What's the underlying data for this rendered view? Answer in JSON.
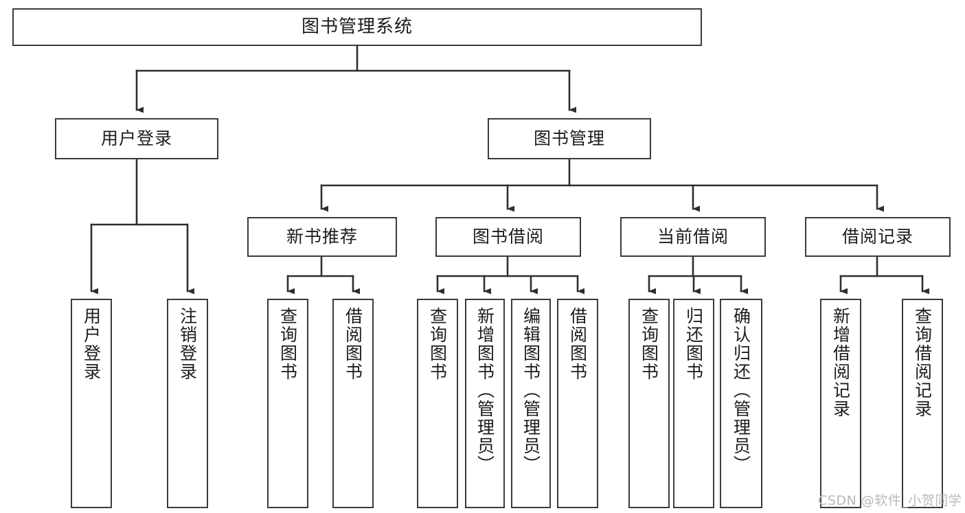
{
  "diagram": {
    "title": "图书管理系统",
    "type": "tree-hierarchy-chart",
    "background_color": "#ffffff",
    "line_color": "#3a3a3a",
    "text_color": "#1c1c1c",
    "nodes": {
      "root": {
        "label": "图书管理系统"
      },
      "level2": [
        {
          "label": "用户登录"
        },
        {
          "label": "图书管理"
        }
      ],
      "level3": [
        {
          "label": "新书推荐"
        },
        {
          "label": "图书借阅"
        },
        {
          "label": "当前借阅"
        },
        {
          "label": "借阅记录"
        }
      ],
      "leaves": {
        "user_login": [
          {
            "label": "用户登录"
          },
          {
            "label": "注销登录"
          }
        ],
        "new_book": [
          {
            "label": "查询图书"
          },
          {
            "label": "借阅图书"
          }
        ],
        "book_borrow": [
          {
            "label": "查询图书"
          },
          {
            "label": "新增图书（管理员）"
          },
          {
            "label": "编辑图书（管理员）"
          },
          {
            "label": "借阅图书"
          }
        ],
        "current_borrow": [
          {
            "label": "查询图书"
          },
          {
            "label": "归还图书"
          },
          {
            "label": "确认归还（管理员）"
          }
        ],
        "borrow_record": [
          {
            "label": "新增借阅记录"
          },
          {
            "label": "查询借阅记录"
          }
        ]
      }
    },
    "watermark": "CSDN @软件_小贺同学"
  }
}
